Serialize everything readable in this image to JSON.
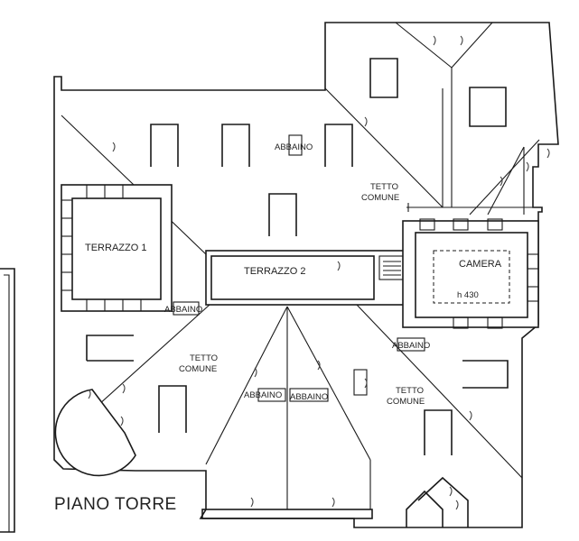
{
  "plan": {
    "title": "PIANO TORRE",
    "terrazzo1": "TERRAZZO 1",
    "terrazzo2": "TERRAZZO 2",
    "camera": "CAMERA",
    "camera_height": "h 430",
    "tetto_comune_top_line1": "TETTO",
    "tetto_comune_top_line2": "COMUNE",
    "tetto_comune_left_line1": "TETTO",
    "tetto_comune_left_line2": "COMUNE",
    "tetto_comune_right_line1": "TETTO",
    "tetto_comune_right_line2": "COMUNE",
    "abbaino": "ABBAINO",
    "abbaino_left": "ABBAINO",
    "abbaino_right": "ABBAINO",
    "abbaino_center_left": "ABBAINO",
    "abbaino_center_right": "ABBAINO"
  }
}
